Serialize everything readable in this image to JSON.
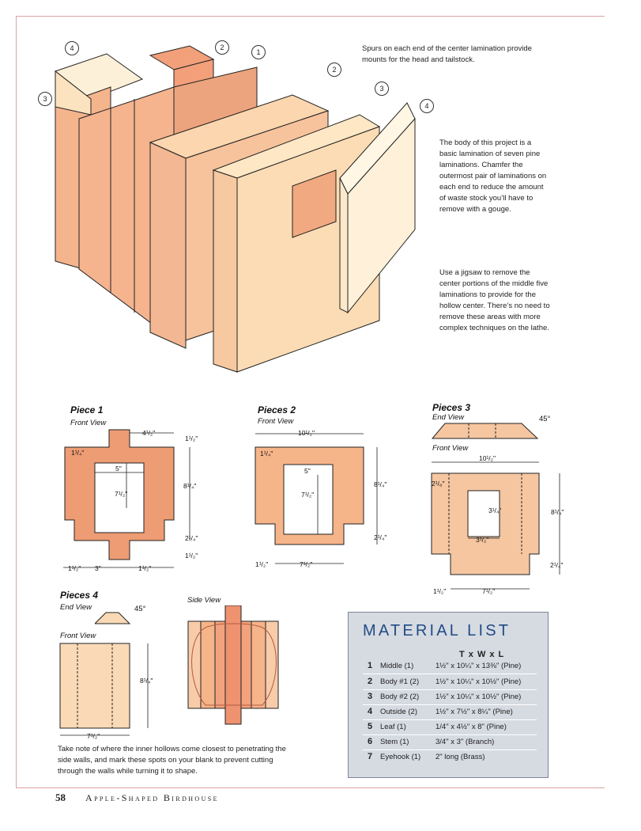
{
  "captions": {
    "spurs": "Spurs on each end of the center lamination provide mounts for the head and tailstock.",
    "body": "The body of this project is a basic lamination of seven pine laminations. Chamfer the outermost pair of laminations on each end to reduce the amount of waste stock you’ll have to remove with a gouge.",
    "jigsaw": "Use a jigsaw to remove the center portions of the middle five laminations to provide for the hollow center. There’s no need to remove these areas with more complex techniques on the lathe.",
    "hollows": "Take note of where the inner hollows come closest to penetrating the side walls, and mark these spots on your blank to prevent cutting through the walls while turning it to shape."
  },
  "callouts": [
    "4",
    "2",
    "1",
    "2",
    "3",
    "4",
    "3"
  ],
  "piece1": {
    "title": "Piece 1",
    "view": "Front View",
    "dims": [
      "4¹/₂\"",
      "1¹/₂\"",
      "1¹/₄\"",
      "5\"",
      "7¹/₂\"",
      "8¹/₄\"",
      "2¹/₄\"",
      "1¹/₂\"",
      "1¹/₂\"",
      "3\"",
      "1¹/₂\""
    ]
  },
  "pieces2": {
    "title": "Pieces 2",
    "view": "Front View",
    "dims": [
      "10¹/₂\"",
      "1¹/₄\"",
      "5\"",
      "7¹/₂\"",
      "8¹/₄\"",
      "2¹/₄\"",
      "1¹/₂\"",
      "7¹/₂\""
    ]
  },
  "pieces3": {
    "title": "Pieces 3",
    "end_view": "End View",
    "angle": "45°",
    "view": "Front View",
    "dims": [
      "10¹/₂\"",
      "2¹/₈\"",
      "3¹/₄\"",
      "8¹/₄\"",
      "3¹/₂\"",
      "2¹/₄\"",
      "1¹/₂\"",
      "7¹/₂\""
    ]
  },
  "pieces4": {
    "title": "Pieces 4",
    "end_view": "End View",
    "angle": "45°",
    "view": "Front View",
    "dims": [
      "8¹/₄\"",
      "7¹/₂\""
    ]
  },
  "side_view": {
    "label": "Side View"
  },
  "material_list": {
    "title": "MATERIAL LIST",
    "header": "T x W x L",
    "rows": [
      {
        "num": "1",
        "name": "Middle (1)",
        "size": "1½\" x 10¼\" x 13⅜\" (Pine)"
      },
      {
        "num": "2",
        "name": "Body #1 (2)",
        "size": "1½\" x 10¼\" x 10½\" (Pine)"
      },
      {
        "num": "3",
        "name": "Body #2 (2)",
        "size": "1½\" x 10¼\" x 10½\" (Pine)"
      },
      {
        "num": "4",
        "name": "Outside (2)",
        "size": "1½\" x 7½\" x 8¼\" (Pine)"
      },
      {
        "num": "5",
        "name": "Leaf (1)",
        "size": "1/4\" x 4½\" x 8\" (Pine)"
      },
      {
        "num": "6",
        "name": "Stem (1)",
        "size": "3/4\" x 3\" (Branch)"
      },
      {
        "num": "7",
        "name": "Eyehook (1)",
        "size": "2\" long (Brass)"
      }
    ]
  },
  "footer": {
    "page_number": "58",
    "title": "Apple-Shaped Birdhouse"
  },
  "colors": {
    "piece1": "#ee9c74",
    "piece2": "#f6b489",
    "piece3": "#f5c6a0",
    "piece4": "#fad9b6",
    "accent": "#1f4c86"
  }
}
